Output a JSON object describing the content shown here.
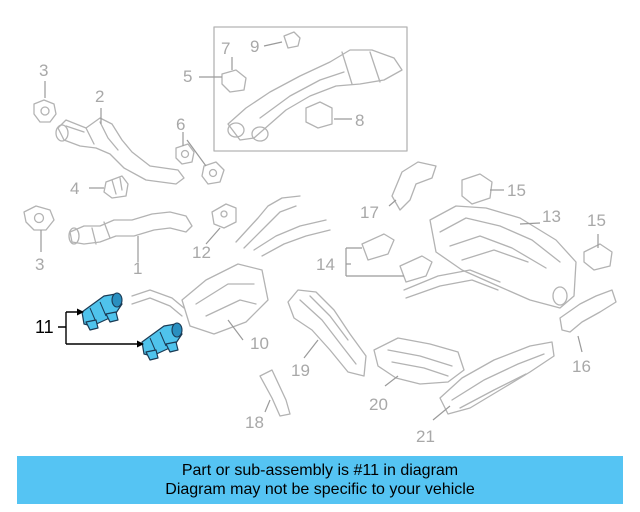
{
  "callouts": [
    {
      "id": "c1",
      "text": "1"
    },
    {
      "id": "c2",
      "text": "2"
    },
    {
      "id": "c3a",
      "text": "3"
    },
    {
      "id": "c3b",
      "text": "3"
    },
    {
      "id": "c4",
      "text": "4"
    },
    {
      "id": "c5",
      "text": "5"
    },
    {
      "id": "c6",
      "text": "6"
    },
    {
      "id": "c7",
      "text": "7"
    },
    {
      "id": "c8",
      "text": "8"
    },
    {
      "id": "c9",
      "text": "9"
    },
    {
      "id": "c10",
      "text": "10"
    },
    {
      "id": "c11",
      "text": "11"
    },
    {
      "id": "c12",
      "text": "12"
    },
    {
      "id": "c13",
      "text": "13"
    },
    {
      "id": "c14",
      "text": "14"
    },
    {
      "id": "c15a",
      "text": "15"
    },
    {
      "id": "c15b",
      "text": "15"
    },
    {
      "id": "c16",
      "text": "16"
    },
    {
      "id": "c17",
      "text": "17"
    },
    {
      "id": "c18",
      "text": "18"
    },
    {
      "id": "c19",
      "text": "19"
    },
    {
      "id": "c20",
      "text": "20"
    },
    {
      "id": "c21",
      "text": "21"
    }
  ],
  "highlighted_part": "11",
  "colors": {
    "highlight": "#4fc3ec",
    "banner": "#55c4f3",
    "parts_outline": "#b3b3b3"
  },
  "banner": {
    "line1": "Part or sub-assembly is #11 in diagram",
    "line2": "Diagram may not be specific to your vehicle"
  }
}
